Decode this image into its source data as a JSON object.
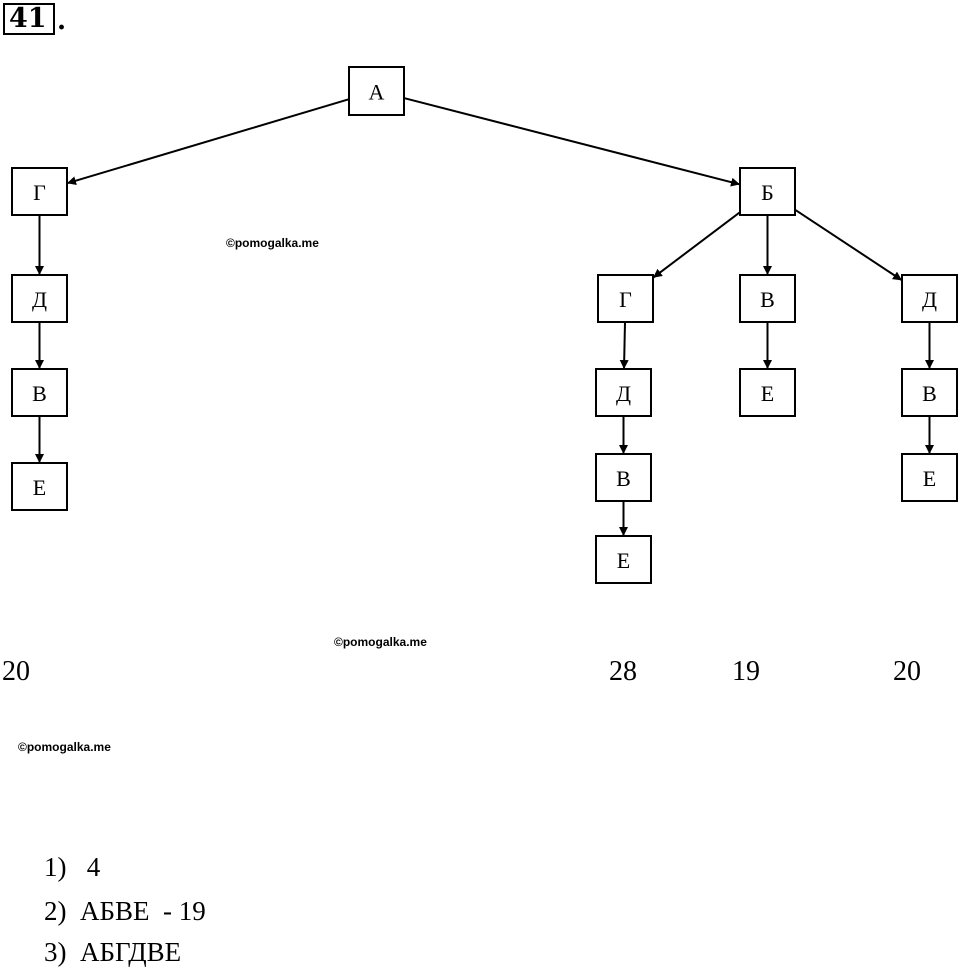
{
  "problem": {
    "number": "41",
    "dot": "."
  },
  "watermark": "©pomogalka.me",
  "nodes": [
    {
      "id": "n0",
      "label": "А"
    },
    {
      "id": "n1",
      "label": "Г"
    },
    {
      "id": "n2",
      "label": "Д"
    },
    {
      "id": "n3",
      "label": "В"
    },
    {
      "id": "n4",
      "label": "Е"
    },
    {
      "id": "n5",
      "label": "Б"
    },
    {
      "id": "n6",
      "label": "Г"
    },
    {
      "id": "n7",
      "label": "Д"
    },
    {
      "id": "n8",
      "label": "В"
    },
    {
      "id": "n9",
      "label": "Е"
    },
    {
      "id": "n10",
      "label": "В"
    },
    {
      "id": "n11",
      "label": "Е"
    },
    {
      "id": "n12",
      "label": "Д"
    },
    {
      "id": "n13",
      "label": "В"
    },
    {
      "id": "n14",
      "label": "Е"
    }
  ],
  "edges": [
    [
      "n0",
      "n1"
    ],
    [
      "n1",
      "n2"
    ],
    [
      "n2",
      "n3"
    ],
    [
      "n3",
      "n4"
    ],
    [
      "n0",
      "n5"
    ],
    [
      "n5",
      "n6"
    ],
    [
      "n6",
      "n7"
    ],
    [
      "n7",
      "n8"
    ],
    [
      "n8",
      "n9"
    ],
    [
      "n5",
      "n10"
    ],
    [
      "n10",
      "n11"
    ],
    [
      "n5",
      "n12"
    ],
    [
      "n12",
      "n13"
    ],
    [
      "n13",
      "n14"
    ]
  ],
  "sums": [
    "20",
    "28",
    "19",
    "20"
  ],
  "answers": [
    "1)   4",
    "2)  АБВЕ  - 19",
    "3)  АБГДВЕ"
  ]
}
